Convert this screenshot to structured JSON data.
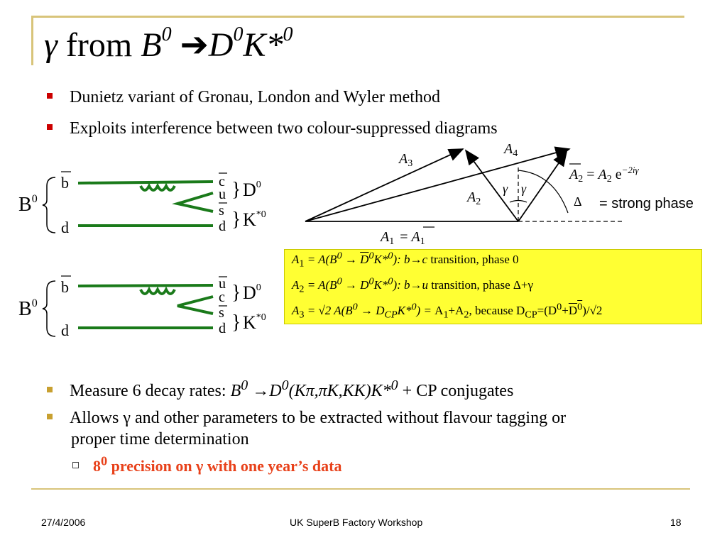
{
  "title": {
    "gamma": "γ",
    "from": " from ",
    "b": "B",
    "b_sup": "0",
    "arrow": " ➔",
    "d": "D",
    "d_sup": "0",
    "k": "K*",
    "k_sup": "0"
  },
  "bullets_top": [
    "Dunietz variant of Gronau, London and Wyler method",
    "Exploits interference between two colour-suppressed diagrams"
  ],
  "diagram1": {
    "meson": "B",
    "meson_sup": "0",
    "left_top": "b",
    "left_bot": "d",
    "right": [
      "c",
      "u",
      "s",
      "d"
    ],
    "out_top": "D",
    "out_top_sup": "0",
    "out_bot": "K",
    "out_bot_sup": "*0"
  },
  "diagram2": {
    "meson": "B",
    "meson_sup": "0",
    "left_top": "b",
    "left_bot": "d",
    "right": [
      "u",
      "c",
      "s",
      "d"
    ],
    "out_top": "D",
    "out_top_sup": "0",
    "out_bot": "K",
    "out_bot_sup": "*0"
  },
  "triangle": {
    "a3": "A",
    "a3_sub": "3",
    "a4": "A",
    "a4_sub": "4",
    "a2": "A",
    "a2_sub": "2",
    "a1": "A",
    "a1_sub": "1",
    "a1_eq": "= ",
    "a1b": "A",
    "a1b_sub": "1",
    "gamma1": "γ",
    "gamma2": "γ",
    "rel_lhs": "A",
    "rel_lhs_sub": "2",
    "rel_eq": " = ",
    "rel_rhs": "A",
    "rel_rhs_sub": "2",
    "rel_exp": " e",
    "rel_exp_sup": "−2iγ",
    "delta": "Δ",
    "strong_phase": "= strong phase"
  },
  "yellow_box": {
    "line1": {
      "lhs": "A",
      "lhs_sub": "1",
      "expr": " = A(B",
      "sup0": "0",
      "arrow": " → ",
      "d": "D",
      "dsup": "0",
      "k": "K*",
      "ksup": "0",
      "tail": "): b→c",
      "text": " transition, phase 0"
    },
    "line2": {
      "lhs": "A",
      "lhs_sub": "2",
      "expr": " = A(B",
      "sup0": "0",
      "arrow": " → ",
      "d": "D",
      "dsup": "0",
      "k": "K*",
      "ksup": "0",
      "tail": "): b→u",
      "text": " transition, phase Δ+γ"
    },
    "line3": {
      "lhs": "A",
      "lhs_sub": "3",
      "expr": " =  √2 A(B",
      "sup0": "0",
      "arrow": " → D",
      "sub_cp": "CP",
      "k": "K*",
      "ksup": "0",
      "tail": ") = ",
      "sum": "A",
      "s1": "1",
      "plus": "+A",
      "s2": "2",
      "because": ", because D",
      "cp2": "CP",
      "eq": "=(D",
      "d0": "0",
      "plusd": "+",
      "dbar": "D",
      "dbar_sup": "0",
      "close": ")/√2"
    }
  },
  "bullets_bottom": [
    {
      "pre": "Measure 6 decay rates: ",
      "b": "B",
      "b_sup": "0",
      "arrow": " →",
      "d": "D",
      "d_sup": "0",
      "modes": "(Kπ,πK,KK)K*",
      "k_sup": "0",
      "post": " + CP conjugates"
    },
    {
      "text1": "Allows γ and other parameters to be extracted without flavour tagging or",
      "text2": "proper time determination"
    }
  ],
  "sub_bullet": {
    "n": "8",
    "sup": "0",
    "text": " precision on γ with one year’s data"
  },
  "footer": {
    "date": "27/4/2006",
    "center": "UK SuperB Factory Workshop",
    "page": "18"
  },
  "colors": {
    "frame": "#d8c47a",
    "bullet_red": "#cc0000",
    "bullet_gold": "#c8a030",
    "highlight": "#ffff33",
    "sub_text": "#e8411a",
    "quark_line": "#1a7a1a"
  }
}
